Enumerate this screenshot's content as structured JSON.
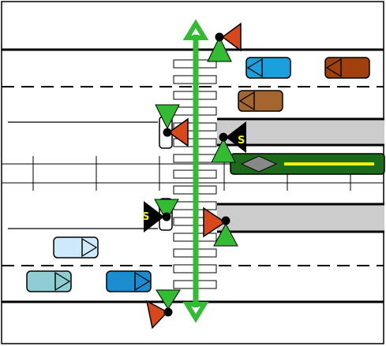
{
  "diagram": {
    "signal_labels": {
      "main_upper": "S",
      "side_lower": "S"
    },
    "colors": {
      "road_line": "#000000",
      "crosswalk_arrow": "#33bb33",
      "ped_signal_red": "#d9481a",
      "ped_signal_green": "#33bb33",
      "tram_gray": "#cccccc",
      "tram_active": "#1b6b1b",
      "tram_stripe": "#f2f20a",
      "tram_marker": "#888888",
      "signal_letter": "#f2f20a",
      "car_blue": "#1aa0dc",
      "car_brown_dark": "#a0400c",
      "car_brown": "#a5652e",
      "car_light_blue": "#cde9fa",
      "car_teal": "#8ecdd1",
      "car_blue_mid": "#1c8cd0"
    },
    "vehicles": [
      {
        "name": "car-blue-top",
        "color": "car_blue",
        "direction": "left"
      },
      {
        "name": "car-brown-top-right",
        "color": "car_brown_dark",
        "direction": "left"
      },
      {
        "name": "car-brown-middle",
        "color": "car_brown",
        "direction": "left"
      },
      {
        "name": "car-light-blue",
        "color": "car_light_blue",
        "direction": "right"
      },
      {
        "name": "car-teal",
        "color": "car_teal",
        "direction": "right"
      },
      {
        "name": "car-blue-bottom",
        "color": "car_blue_mid",
        "direction": "right"
      }
    ]
  }
}
